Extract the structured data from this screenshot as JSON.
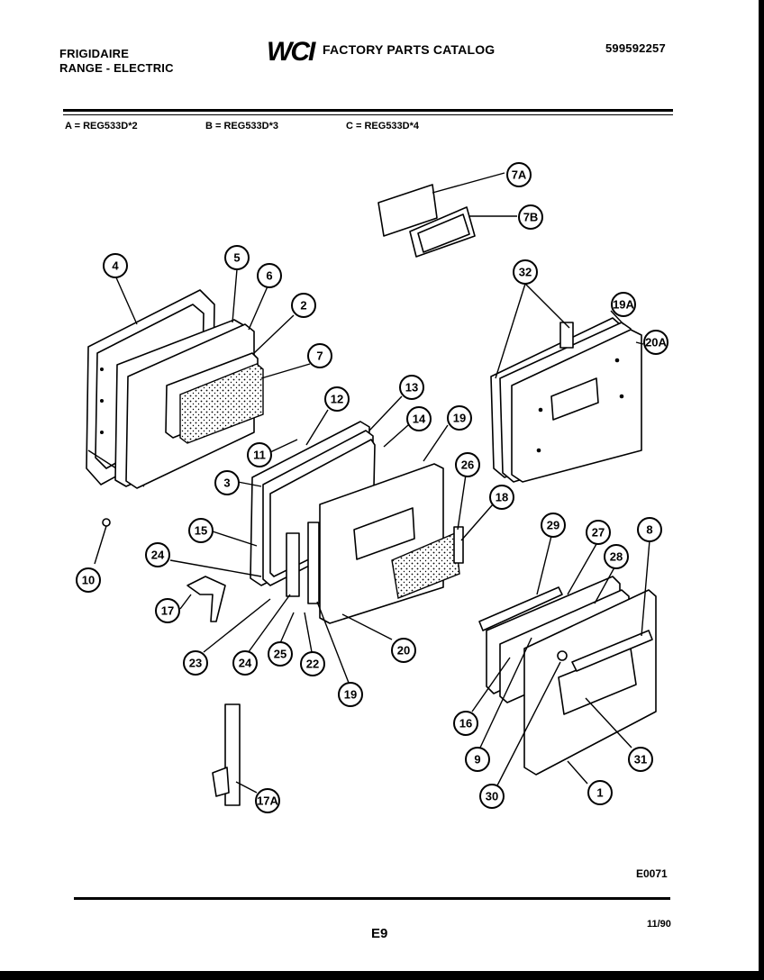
{
  "header": {
    "brand": "FRIGIDAIRE",
    "category": "RANGE - ELECTRIC",
    "logo_text": "WCI",
    "catalog_title": "FACTORY PARTS CATALOG",
    "catalog_number": "599592257"
  },
  "models": [
    {
      "label": "A = REG533D*2"
    },
    {
      "label": "B = REG533D*3"
    },
    {
      "label": "C = REG533D*4"
    }
  ],
  "callouts": [
    "7A",
    "7B",
    "4",
    "5",
    "6",
    "2",
    "7",
    "32",
    "19A",
    "20A",
    "12",
    "13",
    "14",
    "19",
    "11",
    "3",
    "26",
    "18",
    "15",
    "24",
    "10",
    "17",
    "23",
    "24",
    "25",
    "22",
    "19",
    "20",
    "29",
    "27",
    "28",
    "8",
    "16",
    "9",
    "30",
    "1",
    "31",
    "17A"
  ],
  "footer": {
    "drawing_ref": "E0071",
    "page_label": "E9",
    "date": "11/90"
  }
}
